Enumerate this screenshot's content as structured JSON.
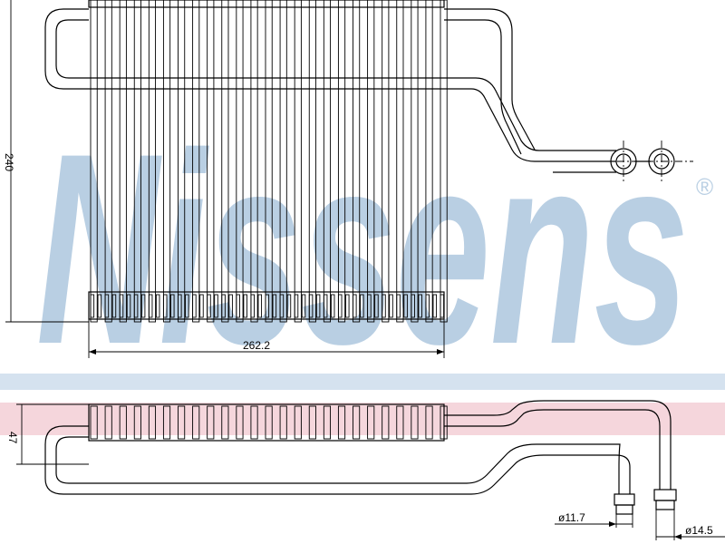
{
  "brand": {
    "watermark": "Nissens",
    "registered_mark": "®",
    "watermark_color": "#b9cfe3",
    "band_blue": "#d5e2ef",
    "band_pink": "#f5d6dc"
  },
  "dimensions": {
    "height": "240",
    "width": "262.2",
    "depth": "47",
    "pipe_small": "ø11.7",
    "pipe_large": "ø14.5"
  }
}
